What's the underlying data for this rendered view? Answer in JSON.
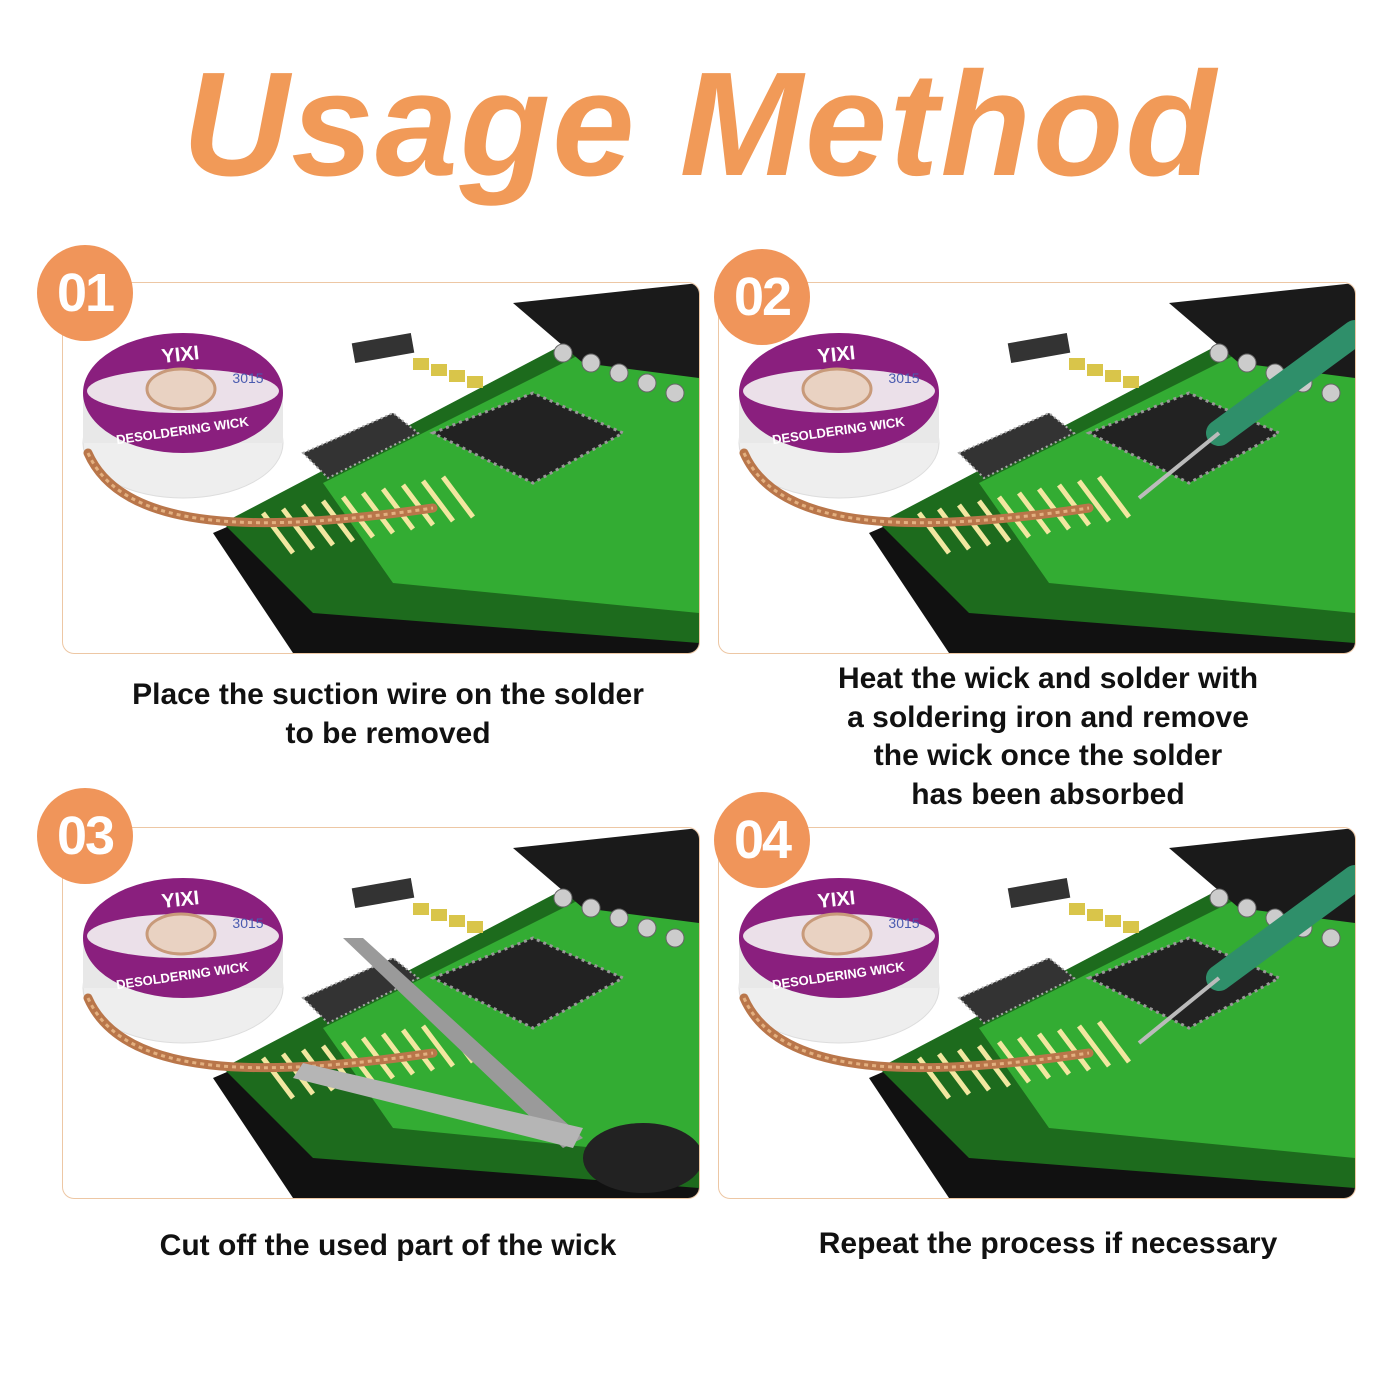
{
  "title": "Usage Method",
  "colors": {
    "accent": "#F0955A",
    "panel_border": "#EDC7A4",
    "pcb_green": "#3BC23B",
    "spool_purple": "#8A1F7E"
  },
  "product_logo_text": [
    "YIXI",
    "3015",
    "DESOLDERING WICK"
  ],
  "steps": [
    {
      "number": "01",
      "caption_lines": [
        "Place the suction wire on the solder",
        "to be removed"
      ],
      "tool": "none"
    },
    {
      "number": "02",
      "caption_lines": [
        "Heat the wick and solder with",
        "a soldering iron and remove",
        "the wick once the solder",
        "has been absorbed"
      ],
      "tool": "soldering-iron"
    },
    {
      "number": "03",
      "caption_lines": [
        "Cut off the used part of the wick"
      ],
      "tool": "scissors"
    },
    {
      "number": "04",
      "caption_lines": [
        "Repeat the process if necessary"
      ],
      "tool": "soldering-iron"
    }
  ]
}
